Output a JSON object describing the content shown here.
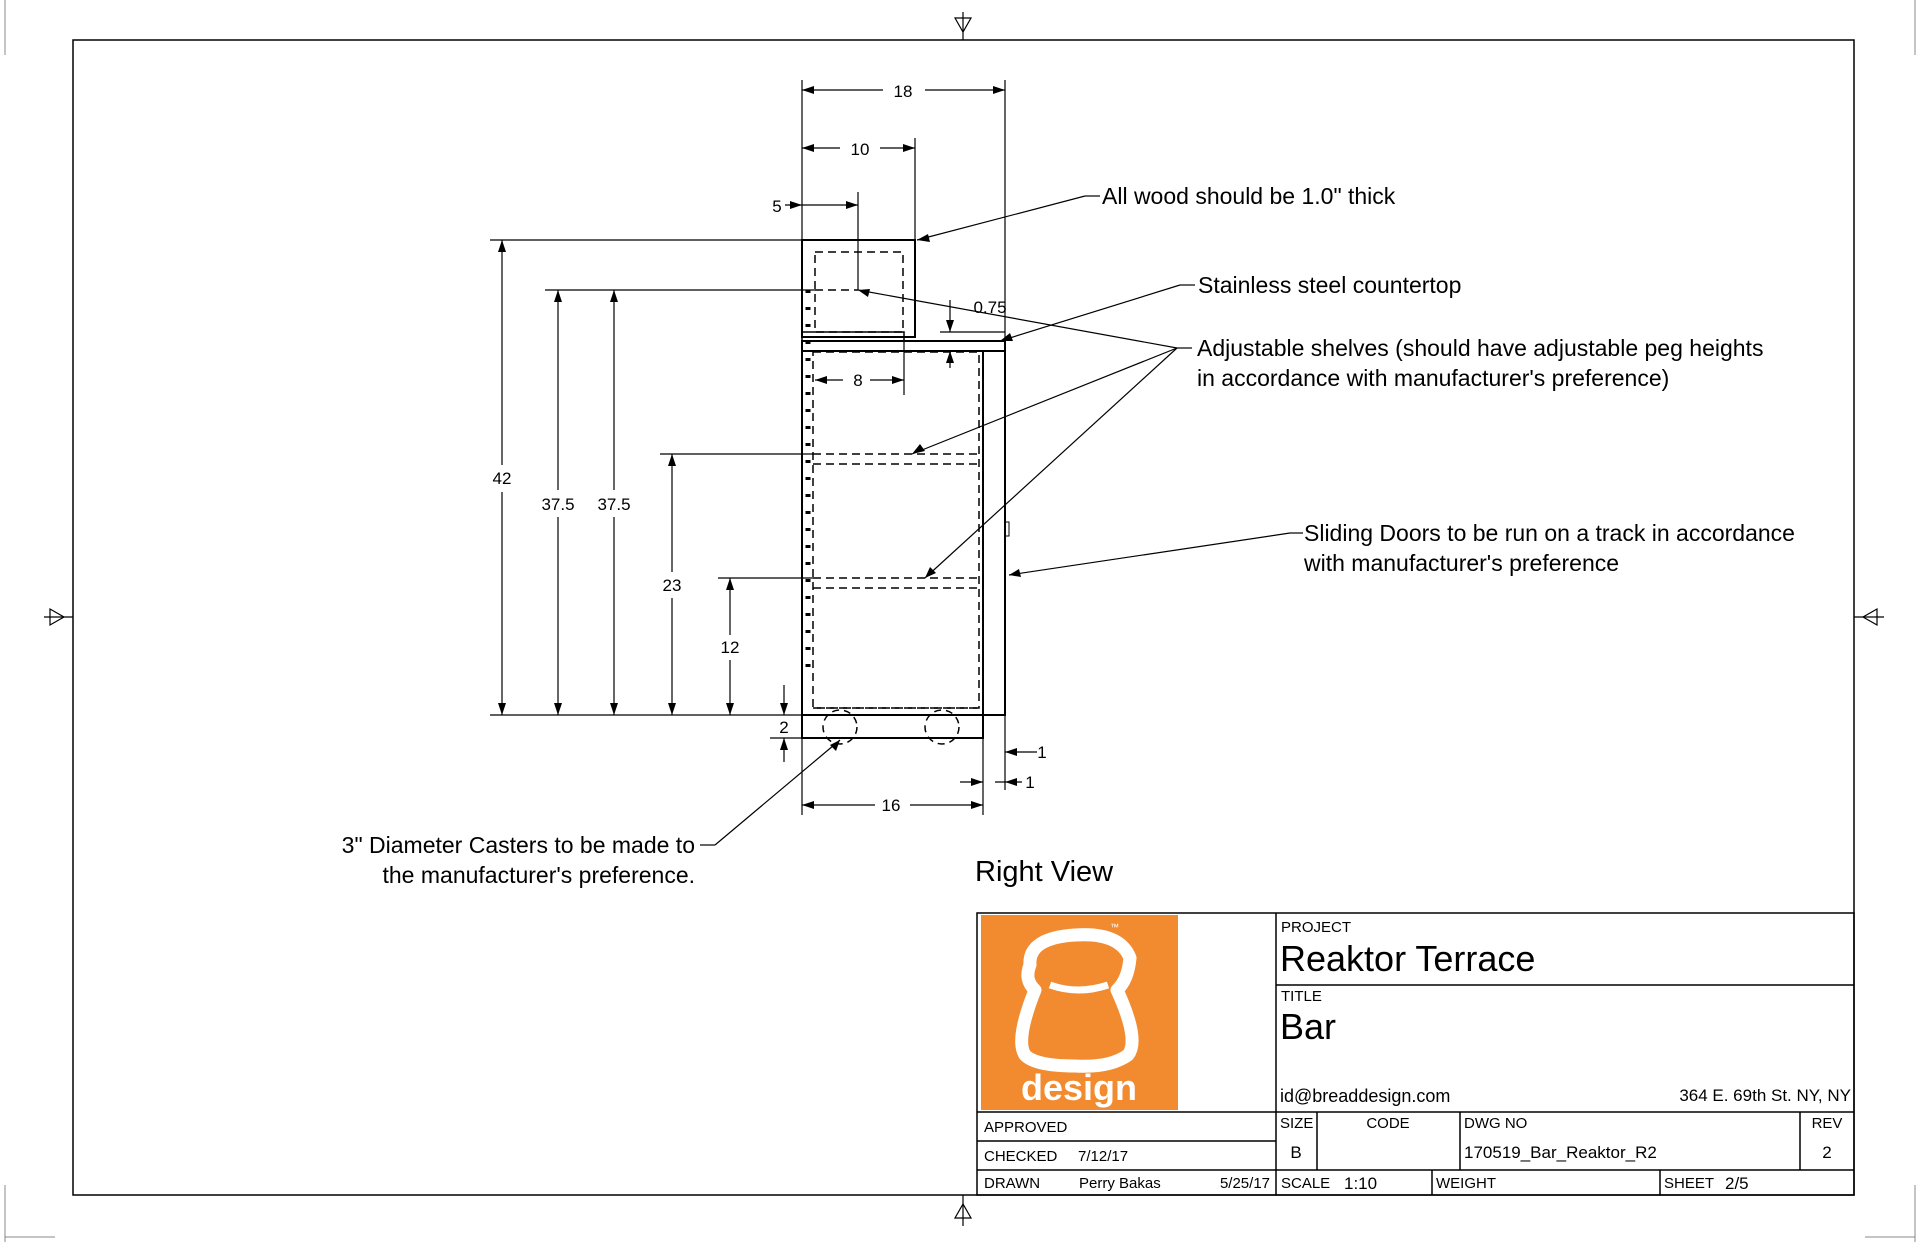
{
  "dimensions": {
    "overall_width": "18",
    "upper_depth": "10",
    "upper_offset": "5",
    "countertop_thickness": "0.75",
    "shelf_depth": "8",
    "overall_height": "42",
    "height_a": "37.5",
    "height_b": "37.5",
    "shelf_height_upper": "23",
    "shelf_height_lower": "12",
    "base_clearance": "2",
    "base_width": "16",
    "door_offset_a": "1",
    "door_offset_b": "1"
  },
  "notes": {
    "wood": "All wood should be 1.0\" thick",
    "countertop": "Stainless steel countertop",
    "shelves_line1": "Adjustable shelves (should have adjustable peg heights",
    "shelves_line2": "in accordance with manufacturer's preference)",
    "doors_line1": "Sliding Doors to be run on a track in accordance",
    "doors_line2": "with manufacturer's preference",
    "casters_line1": "3\" Diameter Casters to be made to",
    "casters_line2": "the manufacturer's preference."
  },
  "view_label": "Right View",
  "title_block": {
    "logo_text": "design",
    "logo_tm": "™",
    "logo_color": "#F28B30",
    "project_label": "PROJECT",
    "project": "Reaktor Terrace",
    "title_label": "TITLE",
    "title": "Bar",
    "email": "id@breaddesign.com",
    "address": "364 E. 69th St. NY, NY",
    "approved_label": "APPROVED",
    "checked_label": "CHECKED",
    "checked_date": "7/12/17",
    "drawn_label": "DRAWN",
    "drawn_by": "Perry Bakas",
    "drawn_date": "5/25/17",
    "size_label": "SIZE",
    "size": "B",
    "code_label": "CODE",
    "dwg_label": "DWG NO",
    "dwg_no": "170519_Bar_Reaktor_R2",
    "rev_label": "REV",
    "rev": "2",
    "scale_label": "SCALE",
    "scale": "1:10",
    "weight_label": "WEIGHT",
    "sheet_label": "SHEET",
    "sheet": "2/5"
  }
}
